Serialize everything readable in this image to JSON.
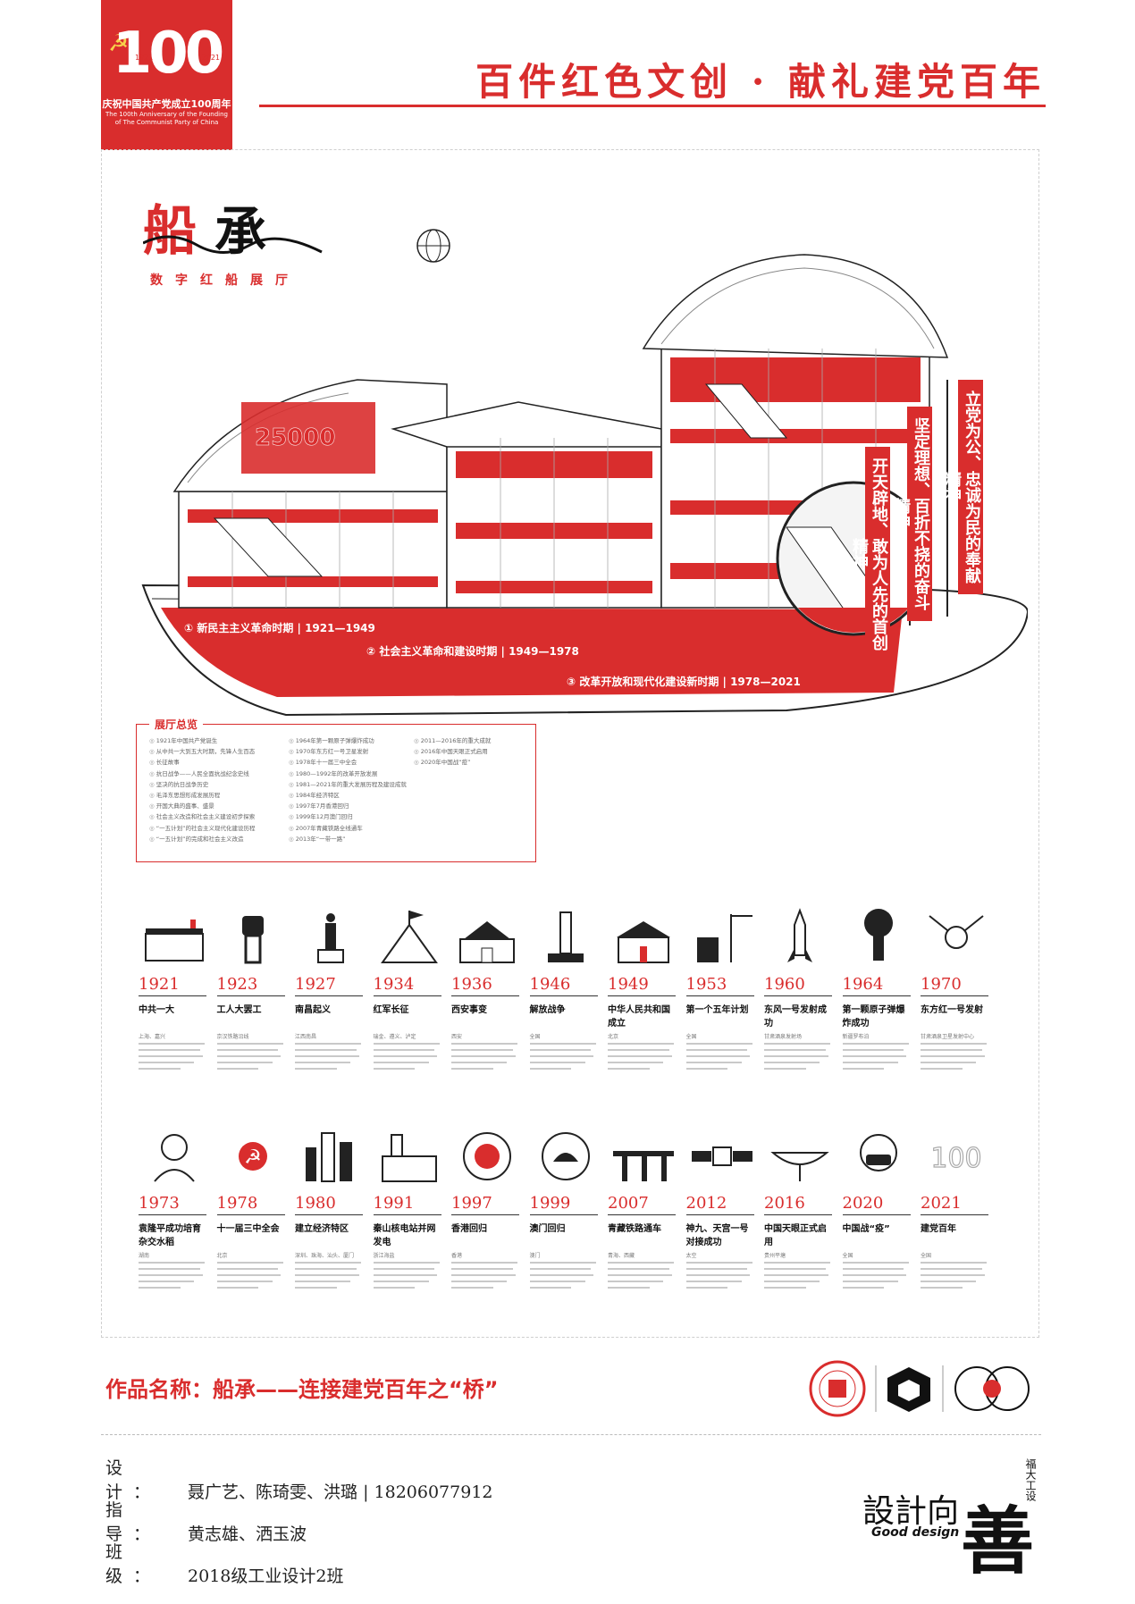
{
  "badge": {
    "number": "100",
    "year_left": "1921",
    "year_right": "2021",
    "title": "庆祝中国共产党成立100周年",
    "english": "The 100th Anniversary of the Founding of The Communist Party of China"
  },
  "headline": "百件红色文创 · 献礼建党百年",
  "project": {
    "logo_char_1": "船",
    "logo_char_2": "承",
    "subtitle": "数字红船展厅"
  },
  "banners": [
    "立党为公、忠诚为民的奉献精神",
    "坚定理想、百折不挠的奋斗精神",
    "开天辟地、敢为人先的首创精神"
  ],
  "ship_labels": {
    "big_number": "25000",
    "periods": [
      "① 新民主主义革命时期 | 1921—1949",
      "② 社会主义革命和建设时期 | 1949—1978",
      "③ 改革开放和现代化建设新时期 | 1978—2021"
    ]
  },
  "overview": {
    "title": "展厅总览",
    "col1": [
      "1921年中国共产党诞生",
      "从中共一大到五大时期，先锋人生百态",
      "长征故事",
      "抗日战争——人民全面抗战纪念史线",
      "坚决的抗日战争历史",
      "毛泽东思想形成发展历程",
      "开国大典的盛事、盛景",
      "社会主义改造和社会主义建设初步探索",
      "“一五计划”的社会主义现代化建设历程",
      "“一五计划”的完成和社会主义改造"
    ],
    "col2": [
      "1964年第一颗原子弹爆炸成功",
      "1970年东方红一号卫星发射",
      "1978年十一届三中全会",
      "1980—1992年的改革开放发展",
      "1981—2021年的重大发展历程及建设成就",
      "1984年经济特区",
      "1997年7月香港回归",
      "1999年12月澳门回归",
      "2007年青藏铁路全线通车",
      "2013年“一带一路”"
    ],
    "col3": [
      "2011—2016年的重大成就",
      "2016年中国天眼正式启用",
      "2020年中国战“疫”"
    ]
  },
  "timeline": [
    {
      "year": "1921",
      "name": "中共一大",
      "place": "上海、嘉兴",
      "icon": "building-icon"
    },
    {
      "year": "1923",
      "name": "工人大罢工",
      "place": "京汉铁路沿线",
      "icon": "raised-fist-icon"
    },
    {
      "year": "1927",
      "name": "南昌起义",
      "place": "江西南昌",
      "icon": "soldier-statue-icon"
    },
    {
      "year": "1934",
      "name": "红军长征",
      "place": "瑞金、遵义、泸定",
      "icon": "flag-mountain-icon"
    },
    {
      "year": "1936",
      "name": "西安事变",
      "place": "西安",
      "icon": "city-gate-icon"
    },
    {
      "year": "1946",
      "name": "解放战争",
      "place": "全国",
      "icon": "monument-icon"
    },
    {
      "year": "1949",
      "name": "中华人民共和国成立",
      "place": "北京",
      "icon": "tiananmen-icon"
    },
    {
      "year": "1953",
      "name": "第一个五年计划",
      "place": "全国",
      "icon": "factory-crane-icon"
    },
    {
      "year": "1960",
      "name": "东风一号发射成功",
      "place": "甘肃酒泉发射场",
      "icon": "rocket-icon"
    },
    {
      "year": "1964",
      "name": "第一颗原子弹爆炸成功",
      "place": "新疆罗布泊",
      "icon": "mushroom-cloud-icon"
    },
    {
      "year": "1970",
      "name": "东方红一号发射",
      "place": "甘肃酒泉卫星发射中心",
      "icon": "satellite-icon"
    },
    {
      "year": "1973",
      "name": "袁隆平成功培育杂交水稻",
      "place": "湖南",
      "icon": "scientist-portrait-icon"
    },
    {
      "year": "1978",
      "name": "十一届三中全会",
      "place": "北京",
      "icon": "party-emblem-icon"
    },
    {
      "year": "1980",
      "name": "建立经济特区",
      "place": "深圳、珠海、汕头、厦门",
      "icon": "skyscrapers-icon"
    },
    {
      "year": "1991",
      "name": "秦山核电站并网发电",
      "place": "浙江海盐",
      "icon": "power-plant-icon"
    },
    {
      "year": "1997",
      "name": "香港回归",
      "place": "香港",
      "icon": "bauhinia-emblem-icon"
    },
    {
      "year": "1999",
      "name": "澳门回归",
      "place": "澳门",
      "icon": "lotus-emblem-icon"
    },
    {
      "year": "2007",
      "name": "青藏铁路通车",
      "place": "青海、西藏",
      "icon": "railway-bridge-icon"
    },
    {
      "year": "2012",
      "name": "神九、天宫一号对接成功",
      "place": "太空",
      "icon": "space-station-icon"
    },
    {
      "year": "2016",
      "name": "中国天眼正式启用",
      "place": "贵州平塘",
      "icon": "radio-telescope-icon"
    },
    {
      "year": "2020",
      "name": "中国战“疫”",
      "place": "全国",
      "icon": "doctor-mask-icon"
    },
    {
      "year": "2021",
      "name": "建党百年",
      "place": "全国",
      "icon": "hundred-icon"
    }
  ],
  "footer": {
    "work_title": "作品名称：船承——连接建党百年之“桥”",
    "design_label": "设计：",
    "design_value": "聂广艺、陈琦雯、洪璐 | 18206077912",
    "advisor_label": "指导：",
    "advisor_value": "黄志雄、洒玉波",
    "class_label": "班级：",
    "class_value": "2018级工业设计2班",
    "brand_main": "設計向",
    "brand_char": "善",
    "brand_en": "Good design",
    "brand_tag": "福大工设"
  },
  "colors": {
    "accent": "#d92d2d",
    "ink": "#111111"
  }
}
